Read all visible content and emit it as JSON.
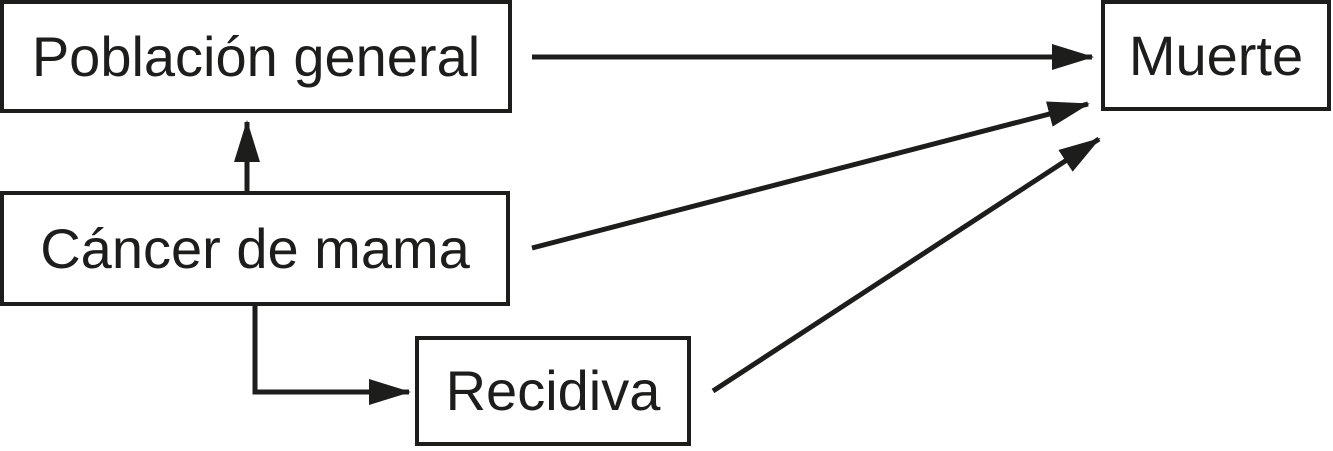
{
  "diagram": {
    "type": "flow-diagram",
    "background": "#ffffff",
    "line_color": "#1d1d1b",
    "nodes": {
      "poblacion_general": {
        "label": "Población general"
      },
      "cancer_de_mama": {
        "label": "Cáncer de mama"
      },
      "recidiva": {
        "label": "Recidiva"
      },
      "muerte": {
        "label": "Muerte"
      }
    },
    "edges": [
      {
        "from": "Población general",
        "to": "Muerte",
        "style": "straight-horizontal"
      },
      {
        "from": "Cáncer de mama",
        "to": "Población general",
        "style": "straight-vertical"
      },
      {
        "from": "Cáncer de mama",
        "to": "Muerte",
        "style": "straight-diagonal"
      },
      {
        "from": "Cáncer de mama",
        "to": "Recidiva",
        "style": "elbow"
      },
      {
        "from": "Recidiva",
        "to": "Muerte",
        "style": "straight-diagonal"
      }
    ]
  }
}
